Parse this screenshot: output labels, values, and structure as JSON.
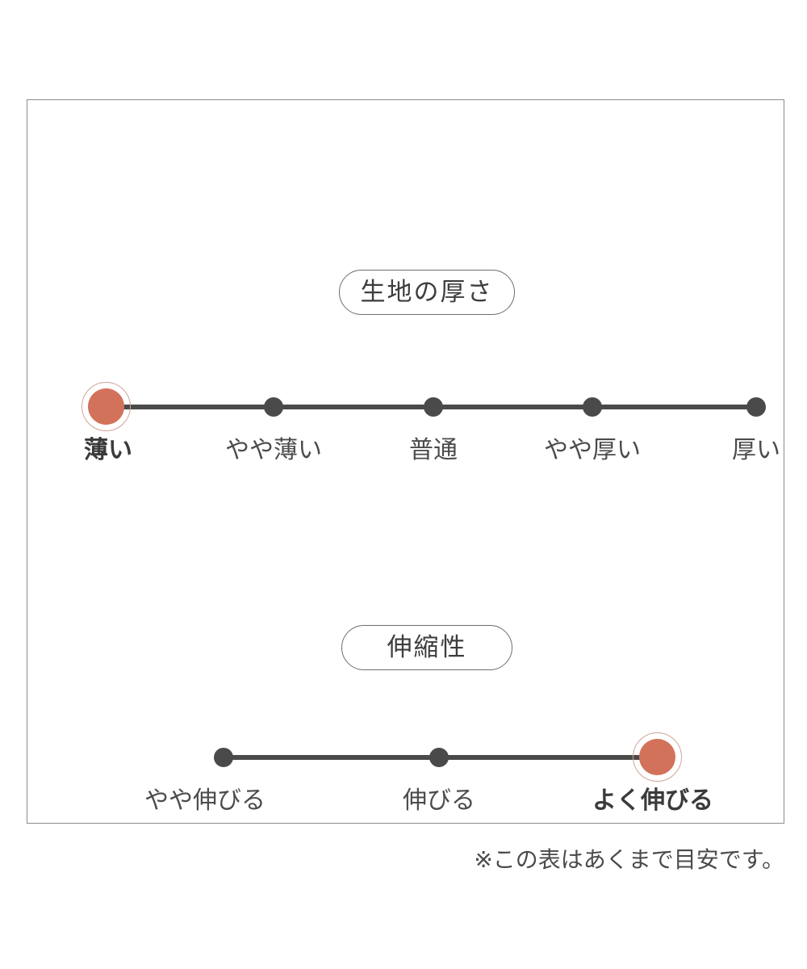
{
  "colors": {
    "active_dot": "#d3725a",
    "active_ring": "#cfa598",
    "inactive_dot": "#4a4a4a",
    "track": "#4a4a4a",
    "card_border": "#8c8c8c",
    "text": "#4b4b4b"
  },
  "sections": [
    {
      "id": "thickness",
      "heading": "生地の厚さ",
      "labels": [
        "薄い",
        "やや薄い",
        "普通",
        "やや厚い",
        "厚い"
      ],
      "active_index": 0,
      "selected_label": "薄い"
    },
    {
      "id": "stretch",
      "heading": "伸縮性",
      "labels": [
        "やや伸びる",
        "伸びる",
        "よく伸びる"
      ],
      "active_index": 2,
      "selected_label": "よく伸びる"
    }
  ],
  "footnote": "※この表はあくまで目安です。",
  "chart_data": {
    "type": "scatter",
    "title": "",
    "subtitle": "",
    "xlabel": "",
    "ylabel": "",
    "grid": false,
    "legend": "none",
    "series": [
      {
        "name": "生地の厚さ",
        "categories": [
          "薄い",
          "やや薄い",
          "普通",
          "やや厚い",
          "厚い"
        ],
        "x": [
          1,
          2,
          3,
          4,
          5
        ],
        "values": [
          1,
          0,
          0,
          0,
          0
        ],
        "selected": "薄い",
        "selected_index": 0,
        "scale_points": 5
      },
      {
        "name": "伸縮性",
        "categories": [
          "やや伸びる",
          "伸びる",
          "よく伸びる"
        ],
        "x": [
          1,
          2,
          3
        ],
        "values": [
          0,
          0,
          1
        ],
        "selected": "よく伸びる",
        "selected_index": 2,
        "scale_points": 3
      }
    ],
    "annotations": [
      "※この表はあくまで目安です。"
    ]
  }
}
